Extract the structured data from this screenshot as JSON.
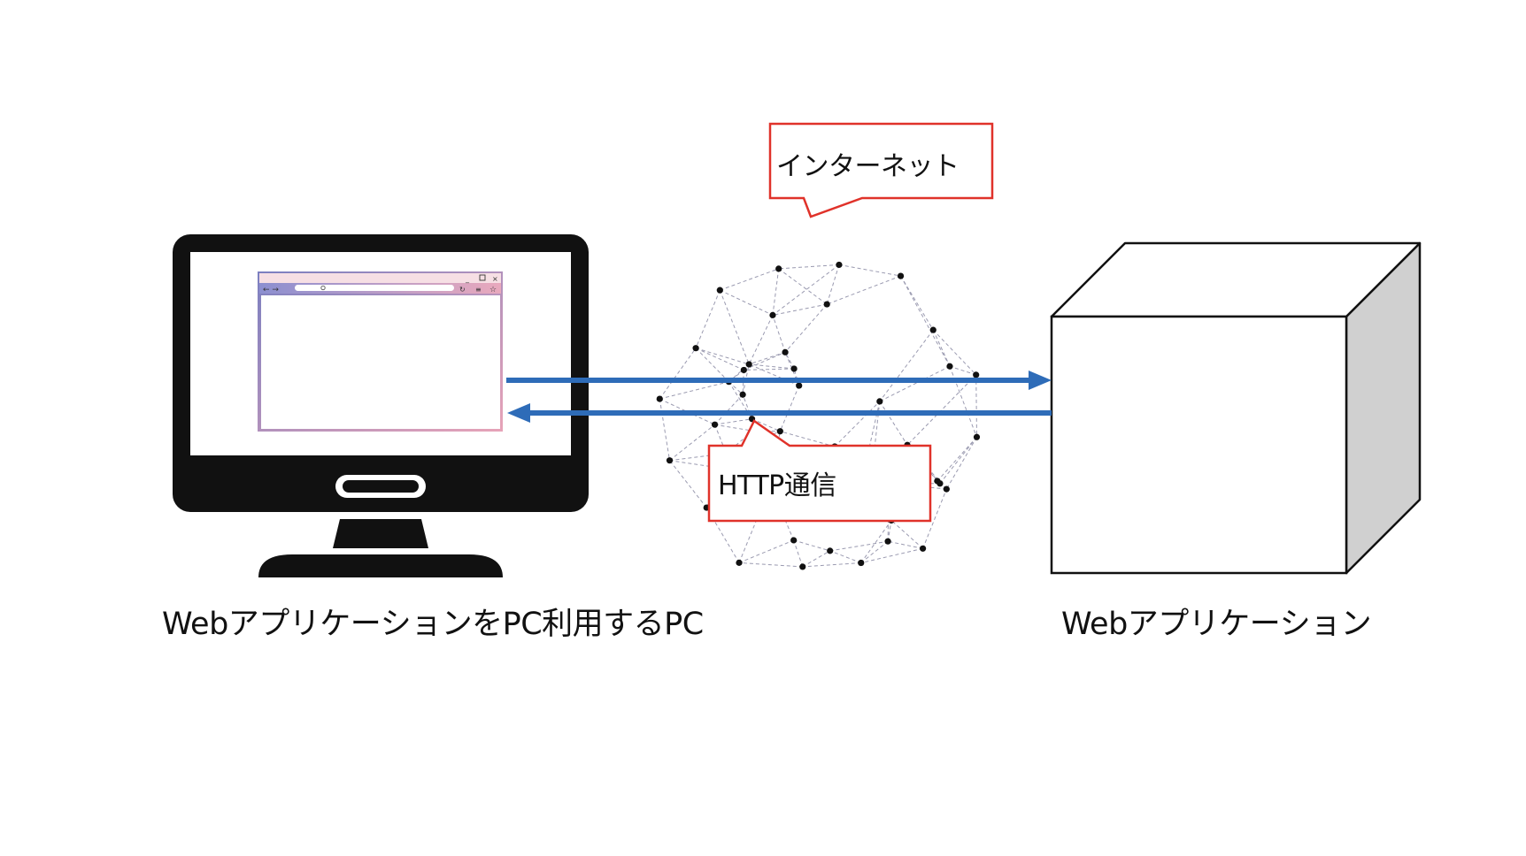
{
  "callouts": {
    "internet": "インターネット",
    "http": "HTTP通信"
  },
  "labels": {
    "pc": "WebアプリケーションをPC利用するPC",
    "app": "Webアプリケーション"
  },
  "colors": {
    "arrow": "#2e6cb8",
    "callout_border": "#e0322a",
    "monitor": "#111111",
    "cube_side": "#d0d0d0",
    "network_line": "#9a9ab0",
    "browser_gradient_start": "#7b7fc0",
    "browser_gradient_end": "#e7a3b8"
  },
  "icons": {
    "pc": "desktop-monitor-icon",
    "browser": "browser-window-icon",
    "network": "network-globe-icon",
    "server": "cube-server-icon"
  }
}
